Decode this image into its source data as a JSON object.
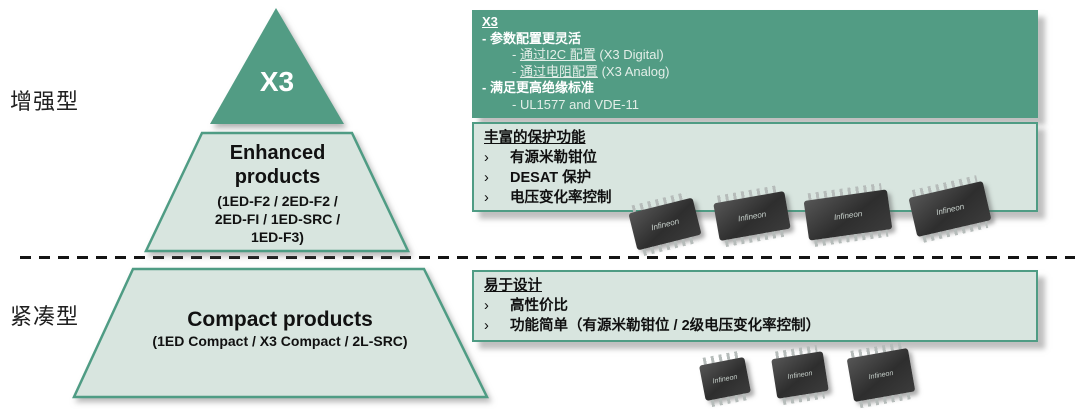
{
  "tiers": {
    "enhanced": "增强型",
    "compact": "紧凑型"
  },
  "pyramid": {
    "top": {
      "title": "X3"
    },
    "middle": {
      "title": "Enhanced\nproducts",
      "models": "(1ED-F2 / 2ED-F2 /\n2ED-FI / 1ED-SRC /\n1ED-F3)"
    },
    "bottom": {
      "title": "Compact products",
      "models": "(1ED Compact / X3 Compact / 2L-SRC)"
    }
  },
  "boxes": {
    "x3": {
      "title": "X3",
      "b1": "- 参数配置更灵活",
      "s1_dash": "- ",
      "s1_u": "通过I2C 配置",
      "s1_r": " (X3 Digital)",
      "s2_dash": "- ",
      "s2_u": "通过电阻配置",
      "s2_r": " (X3 Analog)",
      "b2": "- 满足更高绝缘标准",
      "s3": "- UL1577 and VDE-11"
    },
    "protection": {
      "title": "丰富的保护功能",
      "marker": "›",
      "items": [
        "有源米勒钳位",
        "DESAT 保护",
        "电压变化率控制"
      ]
    },
    "easy": {
      "title": "易于设计",
      "marker": "›",
      "items": [
        "高性价比",
        "功能简单（有源米勒钳位 / 2级电压变化率控制）"
      ]
    }
  },
  "chips": {
    "brand": "Infineon"
  },
  "colors": {
    "accent_teal": "#529c84",
    "light_green_fill": "#d8e5df",
    "border_teal": "#4f9c84"
  }
}
